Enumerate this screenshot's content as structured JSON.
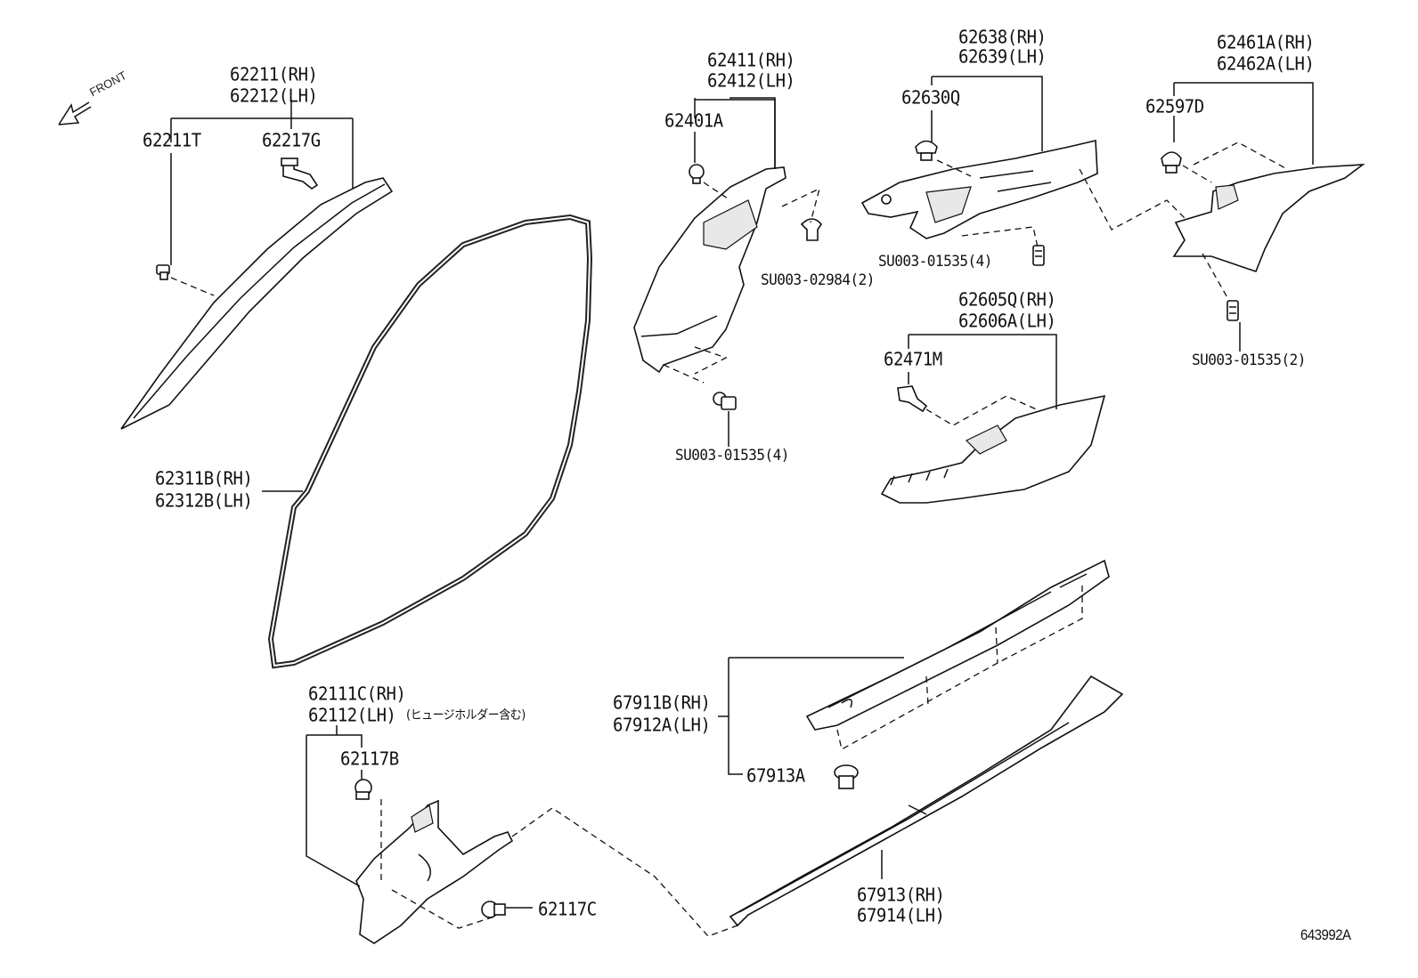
{
  "diagram": {
    "front_label": "FRONT",
    "ref_number": "643992A",
    "labels": {
      "p62211_rh": "62211(RH)",
      "p62212_lh": "62212(LH)",
      "p62211t": "62211T",
      "p62217g": "62217G",
      "p62411_rh": "62411(RH)",
      "p62412_lh": "62412(LH)",
      "p62401a": "62401A",
      "su_02984": "SU003-02984(2)",
      "su_01535_pillar": "SU003-01535(4)",
      "p62638_rh": "62638(RH)",
      "p62639_lh": "62639(LH)",
      "p62630q": "62630Q",
      "su_01535_mid": "SU003-01535(4)",
      "p62461a_rh": "62461A(RH)",
      "p62462a_lh": "62462A(LH)",
      "p62597d": "62597D",
      "su_01535_right": "SU003-01535(2)",
      "p62605q_rh": "62605Q(RH)",
      "p62606a_lh": "62606A(LH)",
      "p62471m": "62471M",
      "p62311b_rh": "62311B(RH)",
      "p62312b_lh": "62312B(LH)",
      "p62111c_rh": "62111C(RH)",
      "p62112_lh": "62112(LH)",
      "fuse_note": "(ヒュージホルダー含む)",
      "p62117b": "62117B",
      "p62117c": "62117C",
      "p67911b_rh": "67911B(RH)",
      "p67912a_lh": "67912A(LH)",
      "p67913a": "67913A",
      "p67913_rh": "67913(RH)",
      "p67914_lh": "67914(LH)"
    }
  }
}
